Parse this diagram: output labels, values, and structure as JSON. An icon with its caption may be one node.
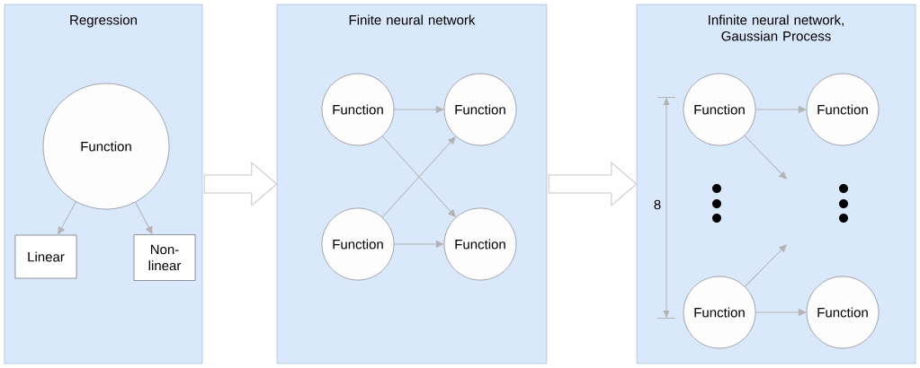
{
  "diagram": {
    "nodes": [
      {
        "text": [
          "Regression"
        ]
      },
      {
        "text": [
          "Function"
        ],
        "in": 0
      },
      {
        "text": [
          "Linear"
        ],
        "in": 0
      },
      {
        "text": [
          "Non-linear"
        ],
        "in": 0
      },
      {
        "text": [
          "Finite neural network"
        ]
      },
      {
        "text": [
          "Function"
        ],
        "in": 4
      },
      {
        "text": [
          "Function"
        ],
        "in": 4
      },
      {
        "text": [
          "Function"
        ],
        "in": 4
      },
      {
        "text": [
          "Function"
        ],
        "in": 4
      },
      {
        "text": [
          "Infinite neural network, Gaussian Process"
        ]
      },
      {
        "text": [
          "Function"
        ],
        "in": 9
      },
      {
        "text": [
          "Function"
        ],
        "in": 9
      },
      {
        "text": [
          "Function"
        ],
        "in": 9
      },
      {
        "text": [
          "Function"
        ],
        "in": 9
      }
    ],
    "edges": [
      {
        "from": 1,
        "to": 2,
        "arrow": "to"
      },
      {
        "from": 1,
        "to": 3,
        "arrow": "to"
      },
      {
        "from": 0,
        "to": 4,
        "arrow": "to",
        "style": "thick"
      },
      {
        "from": 5,
        "to": 6,
        "arrow": "to"
      },
      {
        "from": 5,
        "to": 8,
        "arrow": "to"
      },
      {
        "from": 7,
        "to": 6,
        "arrow": "to"
      },
      {
        "from": 7,
        "to": 8,
        "arrow": "to"
      },
      {
        "from": 4,
        "to": 9,
        "arrow": "to",
        "style": "thick"
      },
      {
        "from": 10,
        "to": 11,
        "arrow": "to"
      },
      {
        "from": 10,
        "to": null,
        "arrow": "to"
      },
      {
        "from": 12,
        "to": null,
        "arrow": "to"
      },
      {
        "from": 12,
        "to": 13,
        "arrow": "to"
      }
    ],
    "labels": [
      "8"
    ]
  }
}
